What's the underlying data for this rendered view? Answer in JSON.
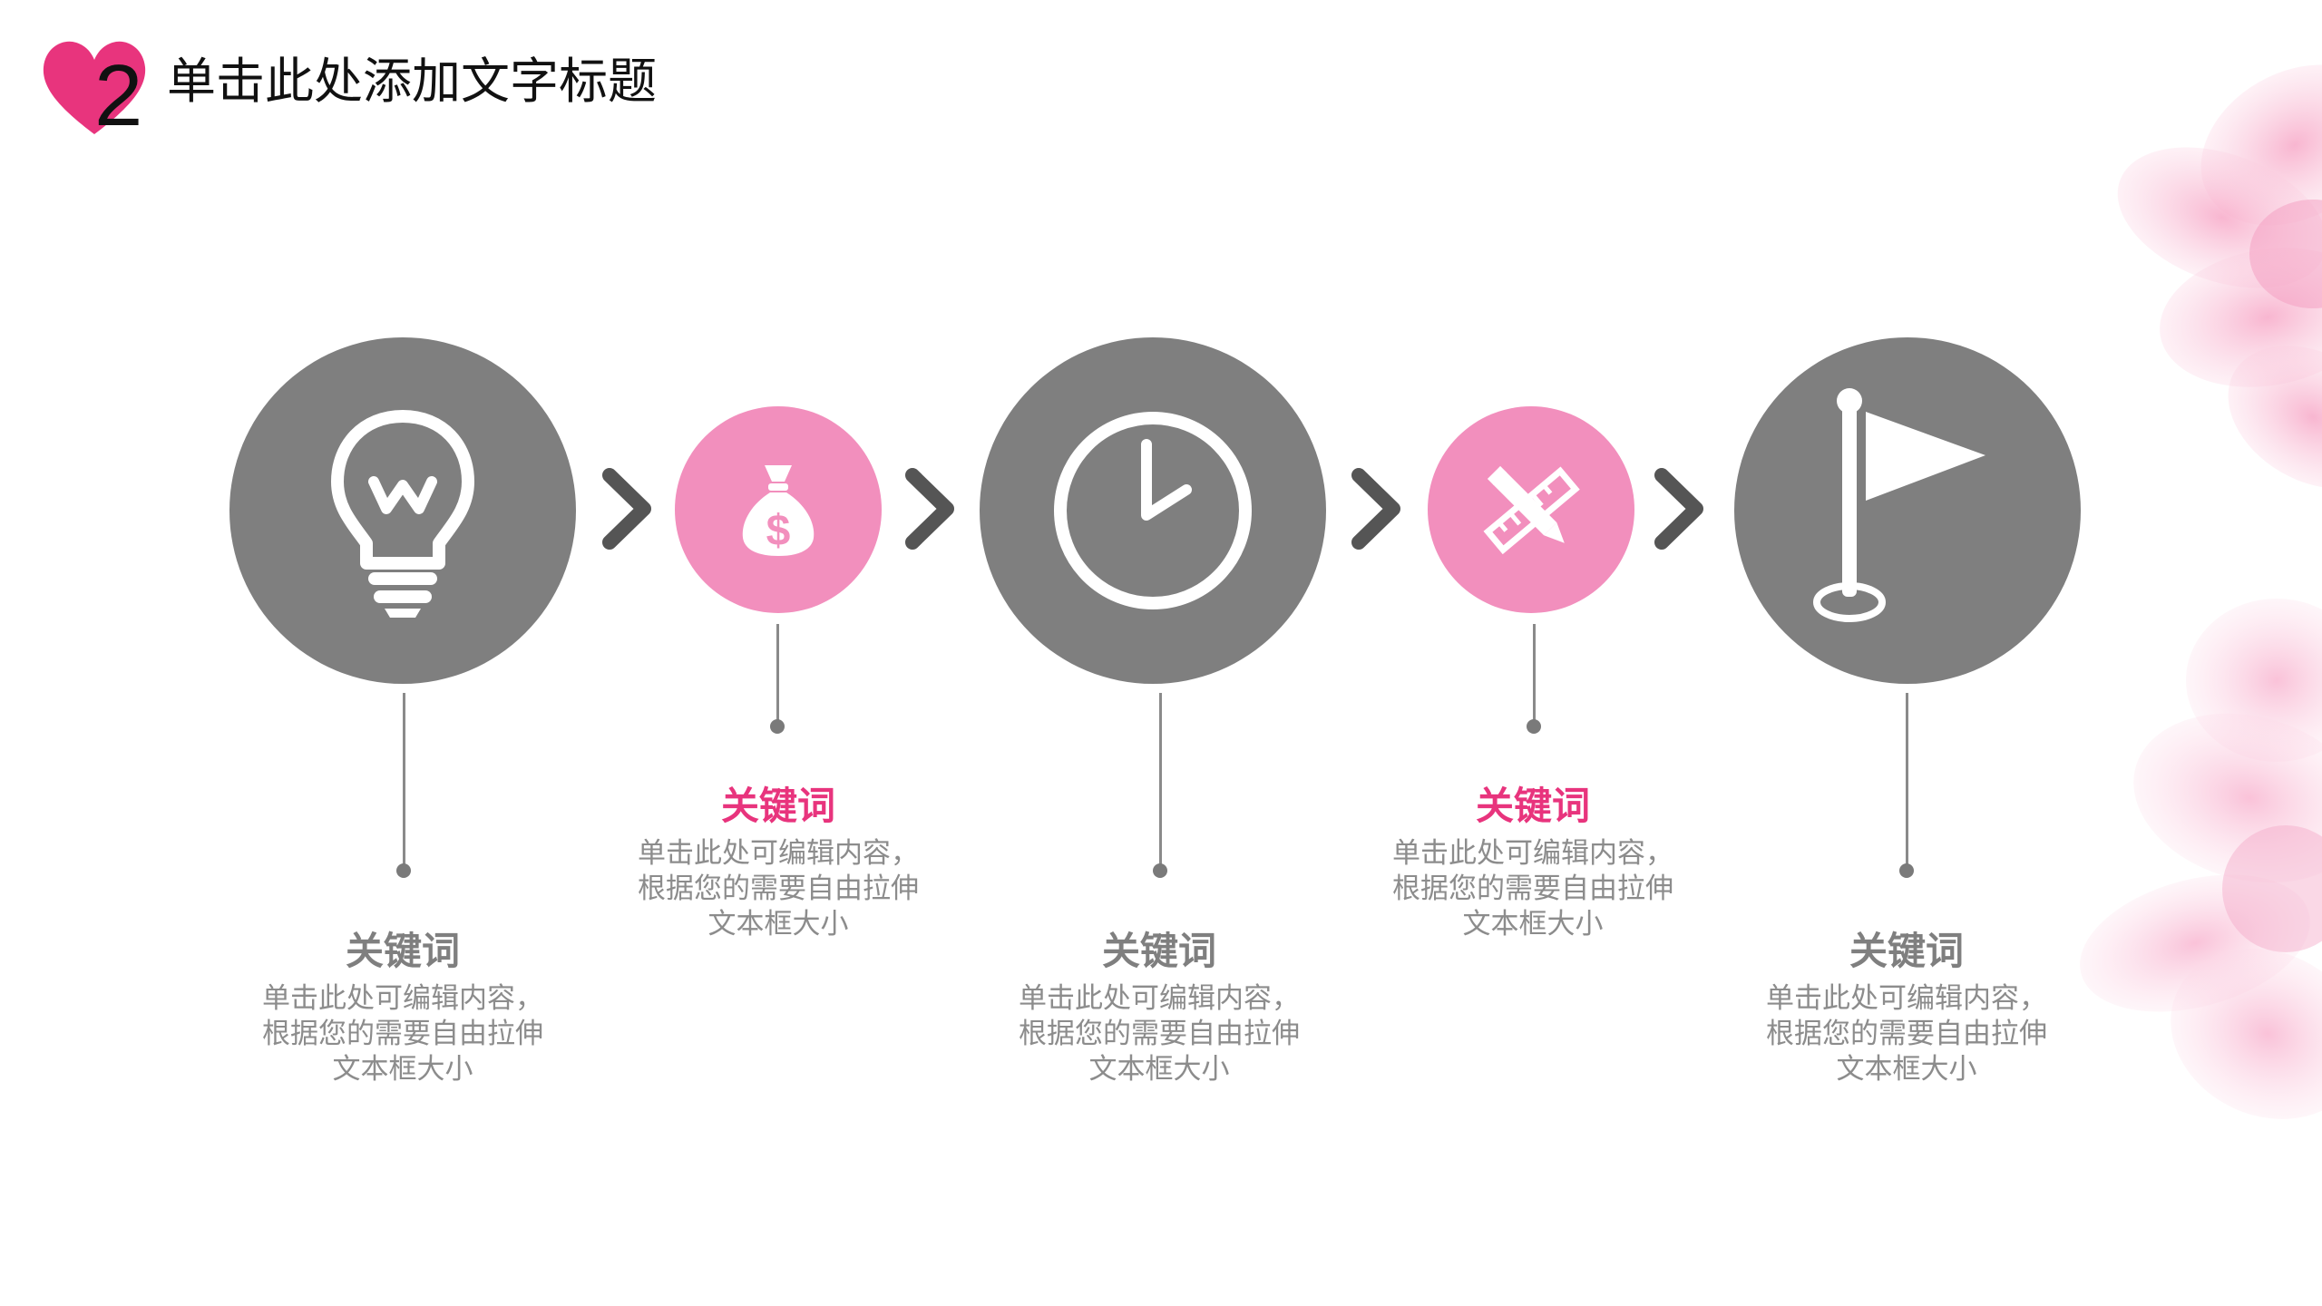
{
  "header": {
    "number": "2",
    "title": "单击此处添加文字标题"
  },
  "colors": {
    "gray_circle": "#7f7f7f",
    "pink_circle": "#f28fbd",
    "pink_keyword": "#e8347d",
    "gray_keyword": "#7f7f7f",
    "arrow": "#555555",
    "heart": "#e8347d"
  },
  "steps": [
    {
      "icon": "lightbulb-icon",
      "style": "gray",
      "keyword": "关键词",
      "desc_line1": "单击此处可编辑内容，",
      "desc_line2": "根据您的需要自由拉伸",
      "desc_line3": "文本框大小"
    },
    {
      "icon": "money-bag-icon",
      "style": "pink",
      "keyword": "关键词",
      "desc_line1": "单击此处可编辑内容，",
      "desc_line2": "根据您的需要自由拉伸",
      "desc_line3": "文本框大小"
    },
    {
      "icon": "clock-icon",
      "style": "gray",
      "keyword": "关键词",
      "desc_line1": "单击此处可编辑内容，",
      "desc_line2": "根据您的需要自由拉伸",
      "desc_line3": "文本框大小"
    },
    {
      "icon": "pencil-ruler-icon",
      "style": "pink",
      "keyword": "关键词",
      "desc_line1": "单击此处可编辑内容，",
      "desc_line2": "根据您的需要自由拉伸",
      "desc_line3": "文本框大小"
    },
    {
      "icon": "flag-icon",
      "style": "gray",
      "keyword": "关键词",
      "desc_line1": "单击此处可编辑内容，",
      "desc_line2": "根据您的需要自由拉伸",
      "desc_line3": "文本框大小"
    }
  ]
}
